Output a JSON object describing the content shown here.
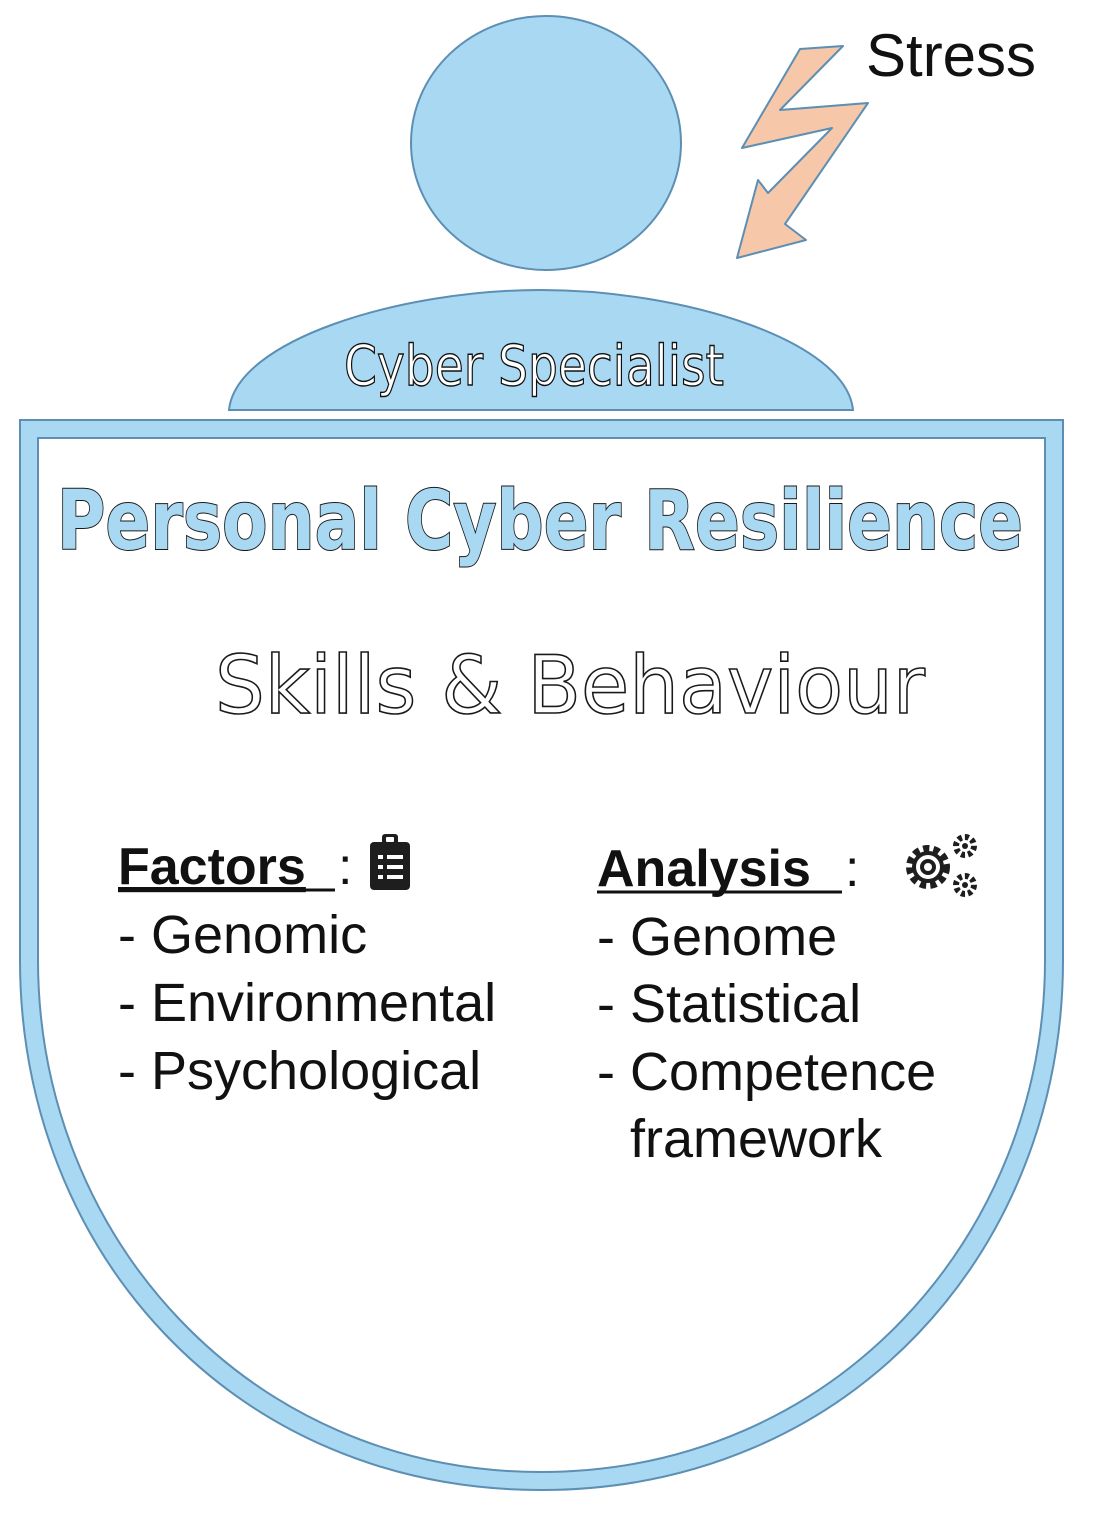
{
  "stress": {
    "label": "Stress"
  },
  "person": {
    "label": "Cyber Specialist"
  },
  "shield": {
    "title": "Personal Cyber Resilience",
    "subtitle": "Skills & Behaviour"
  },
  "factors": {
    "heading": "Factors",
    "colon": ":",
    "icon": "clipboard-icon",
    "items": [
      "- Genomic",
      "- Environmental",
      "- Psychological"
    ]
  },
  "analysis": {
    "heading": "Analysis",
    "colon": ":",
    "icon": "gears-icon",
    "items": [
      "- Genome",
      "- Statistical",
      "- Competence",
      "framework"
    ]
  },
  "colors": {
    "fill_blue": "#a9d8f3",
    "stroke_blue": "#5c8fb3",
    "bolt_fill": "#f6c7a8",
    "bolt_stroke": "#5c8fb3",
    "text": "#111111"
  }
}
